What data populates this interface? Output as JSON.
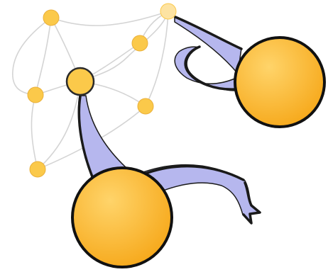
{
  "illustration": {
    "colors": {
      "background": "#ffffff",
      "edge": "#d4d4d4",
      "node_small_fill": "#fbc94a",
      "node_small_faded": "#fde3a2",
      "node_small_stroke": "#eab03a",
      "node_hub_stroke": "#2a2a2a",
      "node_big_fill": "#f6a81a",
      "node_big_highlight": "#ffd46a",
      "node_big_stroke": "#111111",
      "ribbon_fill": "#b6b7ee",
      "ribbon_stroke": "#1a1a1a"
    },
    "icons": [
      "network-graph",
      "sphere",
      "ribbon-tentacle"
    ]
  }
}
